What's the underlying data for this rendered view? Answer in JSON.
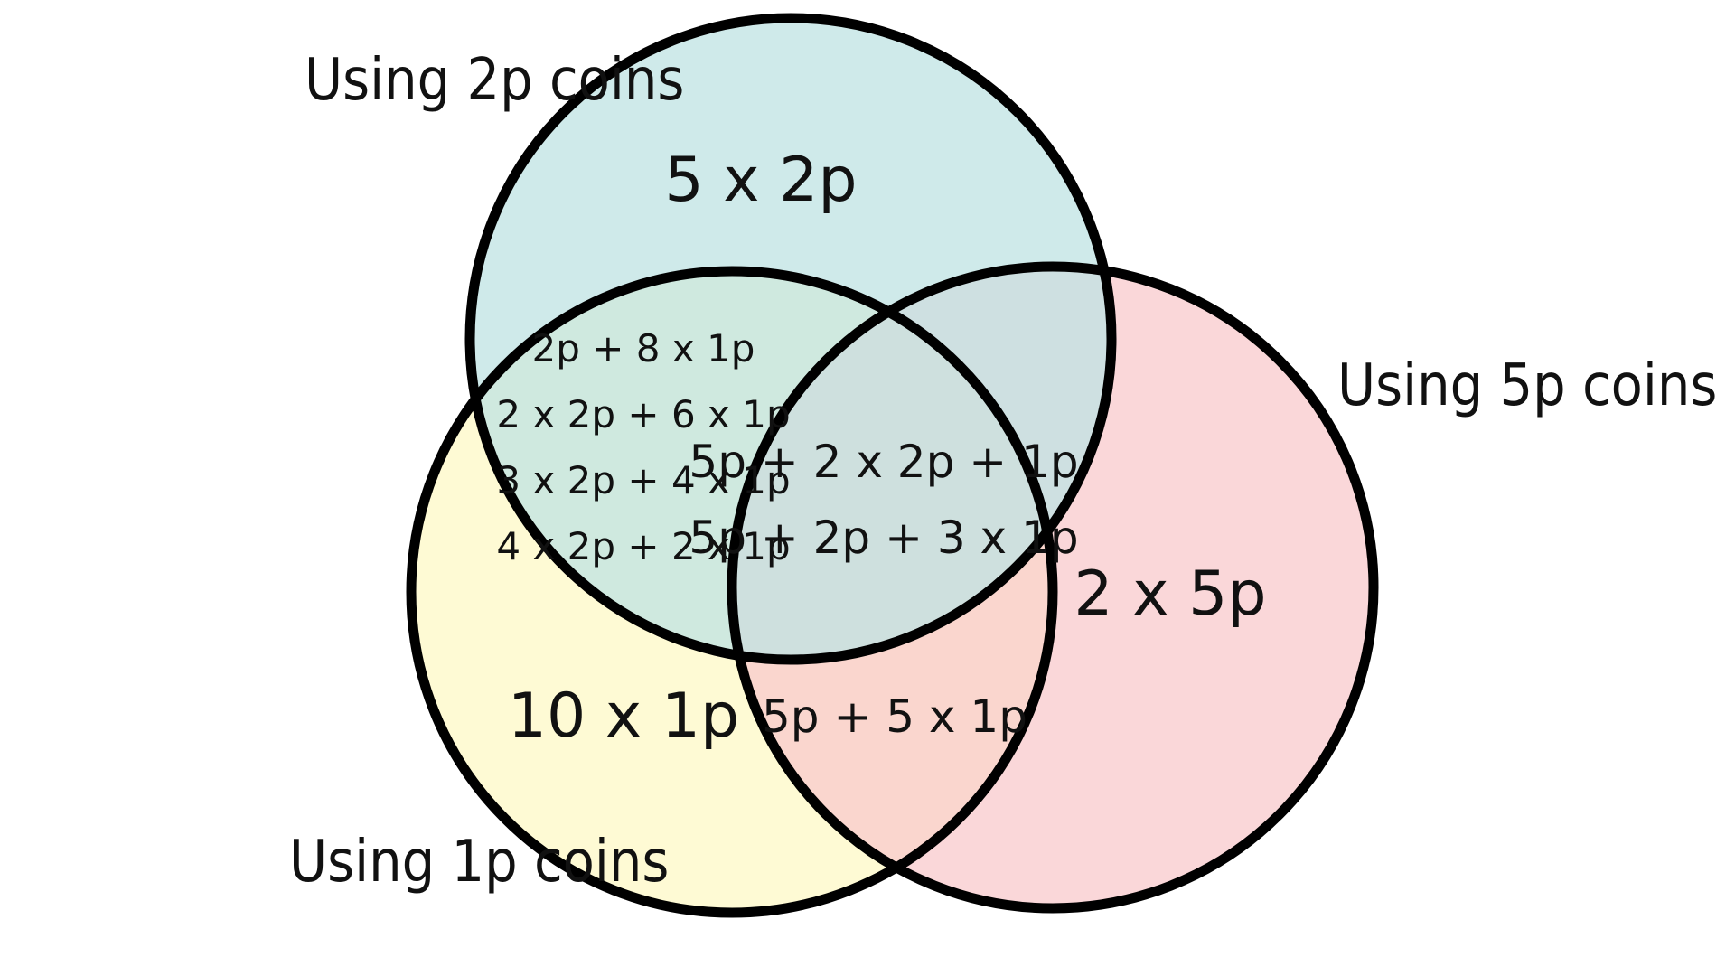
{
  "colors": {
    "set_2p": "#bfe3e3",
    "set_1p": "#fef9cc",
    "set_5p": "#f8c9cc",
    "outline": "#000000"
  },
  "sets": {
    "two_p": {
      "label": "Using 2p coins"
    },
    "one_p": {
      "label": "Using 1p coins"
    },
    "five_p": {
      "label": "Using 5p coins"
    }
  },
  "regions": {
    "only_2p": [
      "5 x 2p"
    ],
    "only_1p": [
      "10 x 1p"
    ],
    "only_5p": [
      "2 x 5p"
    ],
    "two_and_one": [
      "2p + 8 x 1p",
      "2 x 2p + 6 x 1p",
      "3 x 2p + 4 x 1p",
      "4 x 2p + 2 x 1p"
    ],
    "one_and_five": [
      "5p + 5 x 1p"
    ],
    "all_three": [
      "5p + 2 x 2p + 1p",
      "5p + 2p + 3 x 1p"
    ]
  }
}
